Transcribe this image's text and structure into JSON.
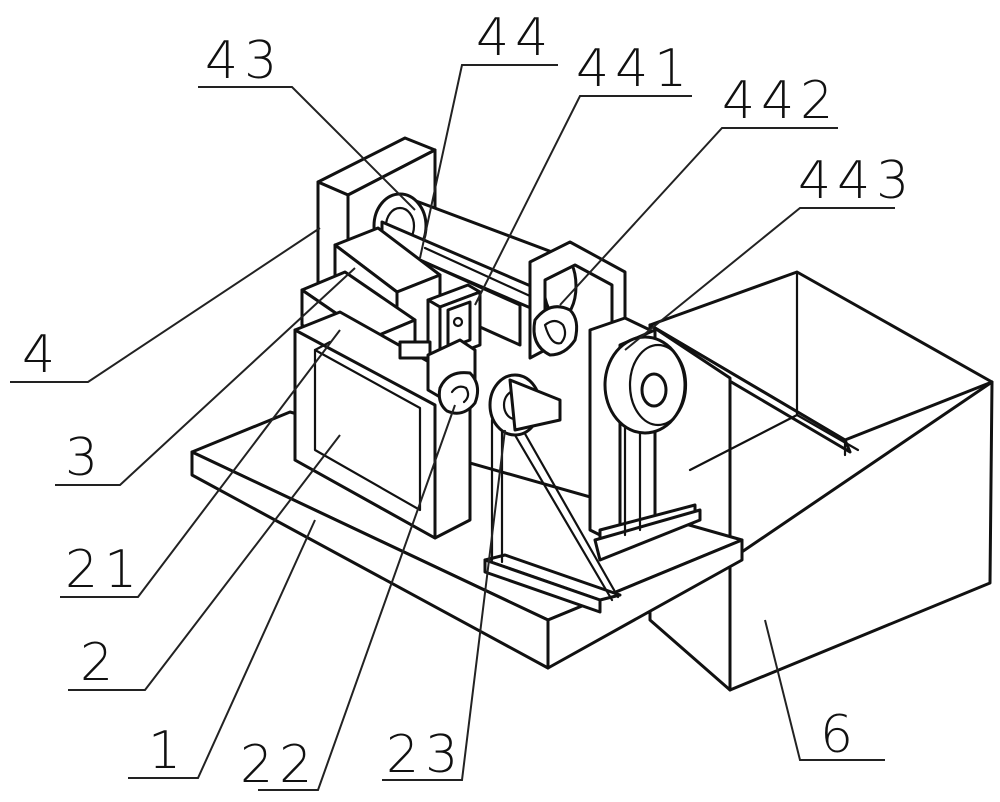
{
  "colors": {
    "line": "#111111",
    "background": "#ffffff"
  },
  "labels": {
    "l43": "43",
    "l44": "44",
    "l441": "441",
    "l442": "442",
    "l443": "443",
    "l4": "4",
    "l3": "3",
    "l21": "21",
    "l2": "2",
    "l1": "1",
    "l22": "22",
    "l23": "23",
    "l6": "6"
  }
}
